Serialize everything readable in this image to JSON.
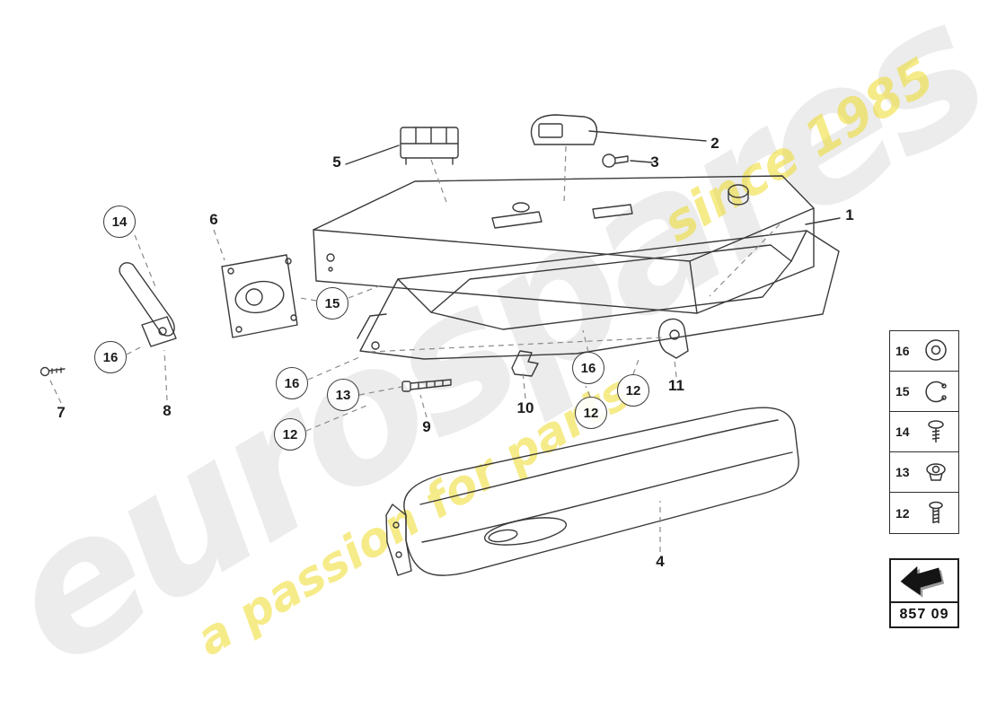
{
  "watermark": {
    "brand": "eurospares",
    "since": "since 1985",
    "tagline": "a passion for parts"
  },
  "part_code": "857 09",
  "callouts": [
    {
      "number": "14"
    },
    {
      "number": "15"
    },
    {
      "number": "16"
    },
    {
      "number": "16"
    },
    {
      "number": "12"
    },
    {
      "number": "13"
    },
    {
      "number": "16"
    },
    {
      "number": "12"
    },
    {
      "number": "12"
    }
  ],
  "part_labels": [
    {
      "number": "5"
    },
    {
      "number": "2"
    },
    {
      "number": "3"
    },
    {
      "number": "1"
    },
    {
      "number": "6"
    },
    {
      "number": "7"
    },
    {
      "number": "8"
    },
    {
      "number": "9"
    },
    {
      "number": "10"
    },
    {
      "number": "11"
    },
    {
      "number": "4"
    }
  ],
  "legend": {
    "items": [
      {
        "number": "16",
        "icon": "washer-icon"
      },
      {
        "number": "15",
        "icon": "circlip-icon"
      },
      {
        "number": "14",
        "icon": "screw-icon"
      },
      {
        "number": "13",
        "icon": "flange-nut-icon"
      },
      {
        "number": "12",
        "icon": "bolt-icon"
      }
    ]
  }
}
